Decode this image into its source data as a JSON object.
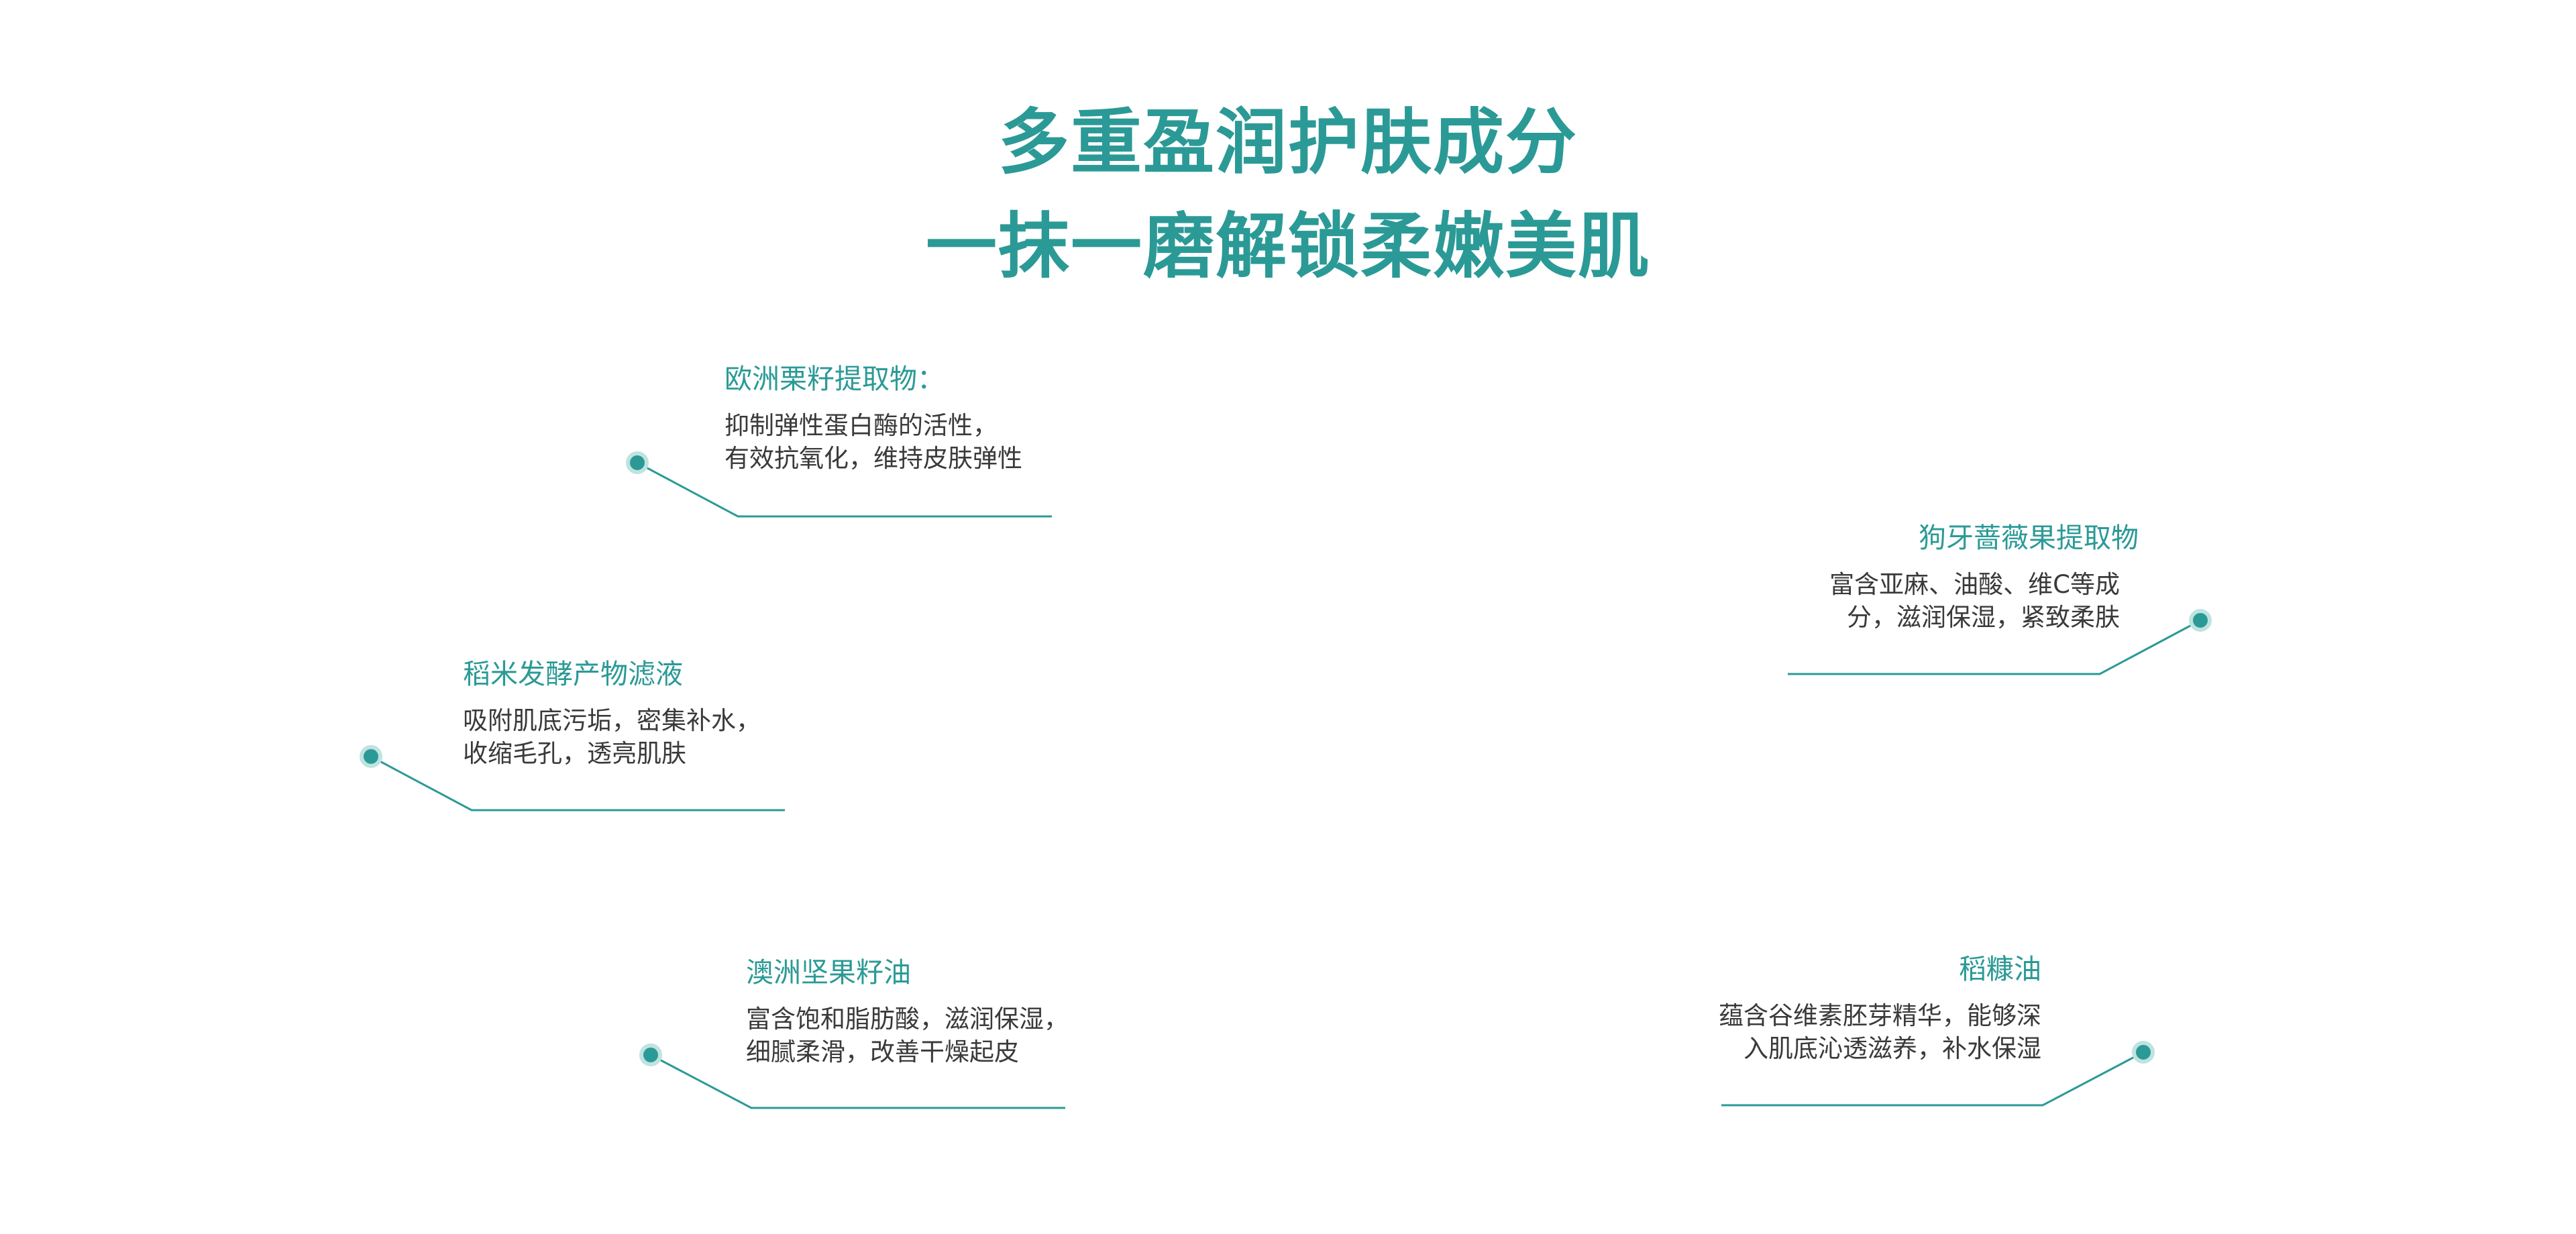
{
  "headline": {
    "line1": "多重盈润护肤成分",
    "line2": "一抹一磨解锁柔嫩美肌"
  },
  "accent_color": "#2b9a96",
  "text_color": "#3a3a3a",
  "ingredients": [
    {
      "name": "欧洲栗籽提取物：",
      "desc_line1": "抑制弹性蛋白酶的活性，",
      "desc_line2": "有效抗氧化，维持皮肤弹性"
    },
    {
      "name": "稻米发酵产物滤液",
      "desc_line1": "吸附肌底污垢，密集补水，",
      "desc_line2": "收缩毛孔，透亮肌肤"
    },
    {
      "name": "澳洲坚果籽油",
      "desc_line1": "富含饱和脂肪酸，滋润保湿，",
      "desc_line2": "细腻柔滑，改善干燥起皮"
    },
    {
      "name": "狗牙蔷薇果提取物",
      "desc_line1": "富含亚麻、油酸、维C等成",
      "desc_line2": "分，滋润保湿，紧致柔肤"
    },
    {
      "name": "稻糠油",
      "desc_line1": "蕴含谷维素胚芽精华，能够深",
      "desc_line2": "入肌底沁透滋养，补水保湿"
    }
  ]
}
